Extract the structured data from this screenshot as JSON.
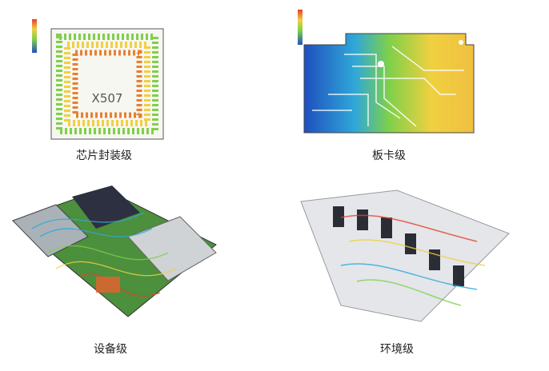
{
  "panels": [
    {
      "caption": "芯片封装级",
      "chip_label": "X507"
    },
    {
      "caption": "板卡级"
    },
    {
      "caption": "设备级"
    },
    {
      "caption": "环境级"
    }
  ],
  "colors": {
    "hot": "#e8402a",
    "warm": "#f0d040",
    "mid": "#7fd04a",
    "cool": "#2fa8d8",
    "cold": "#1f4fbf"
  }
}
